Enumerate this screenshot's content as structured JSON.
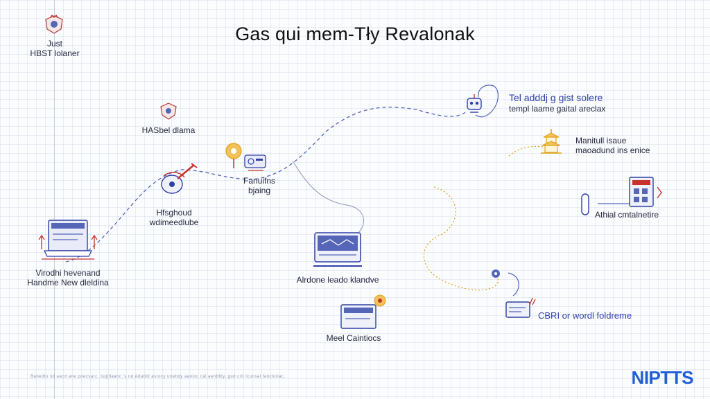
{
  "title": "Gas qui mem-Tły Revalonak",
  "corner_label": [
    "Just",
    "HBST lolaner"
  ],
  "nodes": {
    "n1": "HASbel dlama",
    "n2": [
      "Fanuifns",
      "bjaing"
    ],
    "n3": [
      "Hfsghoud",
      "wdimeedlube"
    ],
    "n4": [
      "Virodhi hevenand",
      "Handme New dleldina"
    ],
    "n5": "Alrdone leado klandve",
    "n6": "Meel Caintiocs",
    "n7": [
      "Tel adddj g gist solere",
      "templ laame gaital areclax"
    ],
    "n8": [
      "Manitull isaue",
      "maoadund ins enice"
    ],
    "n9": "Athial cmtalnetire",
    "n10": "CBRI or wordl foldreme"
  },
  "footer_note": "Banedlo nd aacd ane poecsarc. Iuqlllaanc 's nd Adabld asrocy unebdy aanioc cal aenbbly, gud crit lcunsal fancloriac.",
  "brand": "NIPTTS",
  "colors": {
    "accent_blue": "#2f3fa6",
    "accent_red": "#c8322b",
    "accent_gold": "#e2a21a",
    "brand_blue": "#1f5fd6"
  },
  "icons": [
    "crest-icon",
    "crest-icon-small",
    "robot-icon",
    "pagoda-icon",
    "form-icon",
    "capsule-icon",
    "laptop-icon",
    "pin-icon",
    "guitar-icon",
    "monitor-icon",
    "panel-icon",
    "card-icon",
    "device-icon"
  ]
}
